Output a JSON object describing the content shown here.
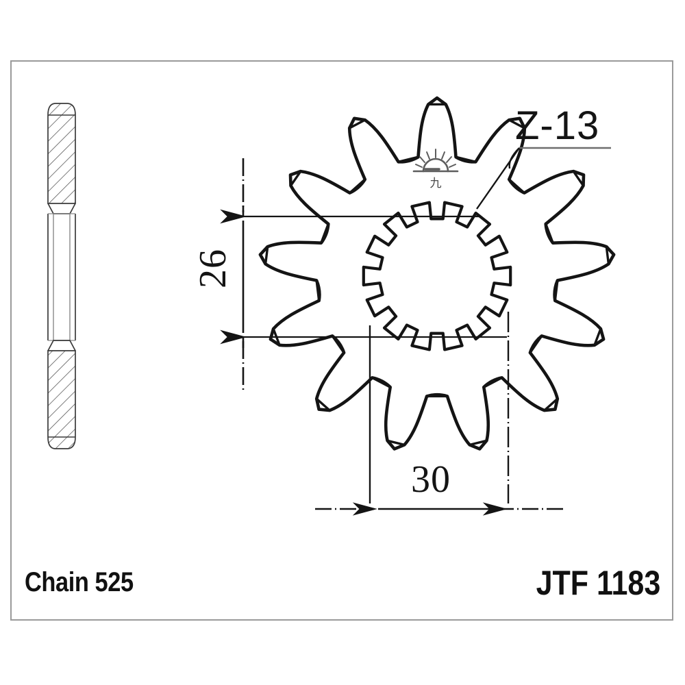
{
  "document": {
    "kind": "technical-drawing",
    "subject": "front sprocket engineering drawing"
  },
  "frame": {
    "border_color": "#9a9a9a"
  },
  "footer": {
    "chain_label": "Chain 525",
    "part_number": "JTF 1183"
  },
  "annotations": {
    "teeth_callout": "Z-13",
    "bore_diameter": "26",
    "spline_span": "30",
    "logo_name": "sunrise-logo",
    "logo_char": "九"
  },
  "views": {
    "side_view": {
      "name": "side-section-view",
      "description": "cross-section side profile with hatched flange sections"
    },
    "front_view": {
      "name": "front-sprocket-view",
      "teeth_count": 13,
      "inner_spline_count": 14
    }
  },
  "colors": {
    "ink": "#141414",
    "line": "#1a1a1a",
    "border": "#9a9a9a",
    "background": "#ffffff"
  }
}
